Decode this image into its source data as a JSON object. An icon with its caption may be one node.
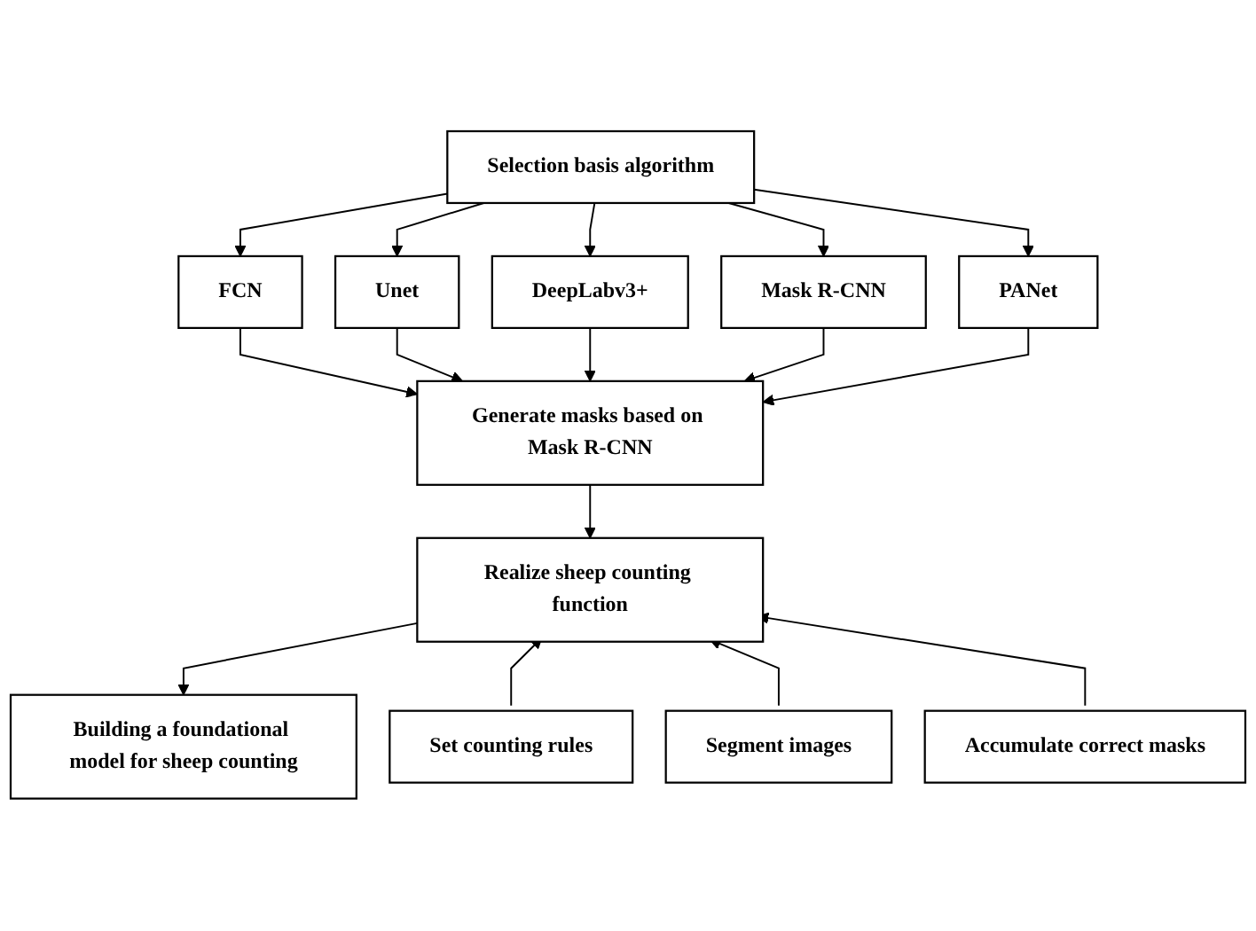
{
  "diagram": {
    "nodes": [
      {
        "text": [
          "Selection basis algorithm"
        ]
      },
      {
        "text": [
          "FCN"
        ]
      },
      {
        "text": [
          "Unet"
        ]
      },
      {
        "text": [
          "DeepLabv3+"
        ]
      },
      {
        "text": [
          "Mask R-CNN"
        ]
      },
      {
        "text": [
          "PANet"
        ]
      },
      {
        "text": [
          "Generate masks based on Mask R-CNN"
        ]
      },
      {
        "text": [
          "Realize sheep counting function"
        ]
      },
      {
        "text": [
          "Building a foundational model for sheep counting"
        ]
      },
      {
        "text": [
          "Set counting rules"
        ]
      },
      {
        "text": [
          "Segment images"
        ]
      },
      {
        "text": [
          "Accumulate correct masks"
        ]
      }
    ],
    "edges": [
      {
        "from": 0,
        "to": 1,
        "arrow": "to"
      },
      {
        "from": 0,
        "to": 2,
        "arrow": "to"
      },
      {
        "from": 0,
        "to": 3,
        "arrow": "to"
      },
      {
        "from": 0,
        "to": 4,
        "arrow": "to"
      },
      {
        "from": 0,
        "to": 5,
        "arrow": "to"
      },
      {
        "from": 1,
        "to": 6,
        "arrow": "to"
      },
      {
        "from": 2,
        "to": 6,
        "arrow": "to"
      },
      {
        "from": 3,
        "to": 6,
        "arrow": "to"
      },
      {
        "from": 4,
        "to": 6,
        "arrow": "to"
      },
      {
        "from": 5,
        "to": 6,
        "arrow": "to"
      },
      {
        "from": 6,
        "to": 7,
        "arrow": "to"
      },
      {
        "from": 7,
        "to": 8,
        "arrow": "to"
      },
      {
        "from": 9,
        "to": 7,
        "arrow": "to"
      },
      {
        "from": 10,
        "to": 7,
        "arrow": "to"
      },
      {
        "from": 11,
        "to": 7,
        "arrow": "to"
      }
    ]
  }
}
